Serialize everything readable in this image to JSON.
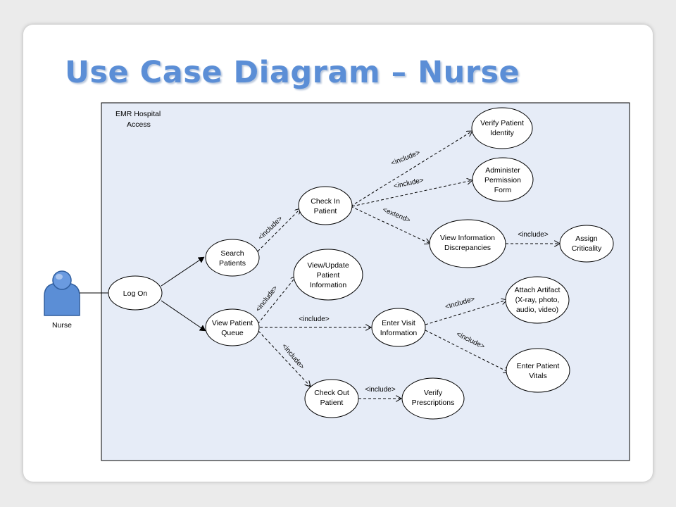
{
  "slide": {
    "title": "Use Case Diagram – Nurse"
  },
  "diagram": {
    "system": {
      "name_line1": "EMR Hospital",
      "name_line2": "Access"
    },
    "actor": {
      "name": "Nurse",
      "icon": "person-icon",
      "color": "#5b8ed6"
    },
    "use_cases": {
      "log_on": [
        "Log On"
      ],
      "search_patients": [
        "Search",
        "Patients"
      ],
      "view_patient_queue": [
        "View Patient",
        "Queue"
      ],
      "check_in_patient": [
        "Check In",
        "Patient"
      ],
      "view_update_patient_info": [
        "View/Update",
        "Patient",
        "Information"
      ],
      "check_out_patient": [
        "Check Out",
        "Patient"
      ],
      "verify_patient_identity": [
        "Verify Patient",
        "Identity"
      ],
      "administer_permission_form": [
        "Administer",
        "Permission",
        "Form"
      ],
      "view_information_discrepancies": [
        "View Information",
        "Discrepancies"
      ],
      "assign_criticality": [
        "Assign",
        "Criticality"
      ],
      "enter_visit_information": [
        "Enter Visit",
        "Information"
      ],
      "attach_artifact": [
        "Attach Artifact",
        "(X-ray, photo,",
        "audio, video)"
      ],
      "enter_patient_vitals": [
        "Enter Patient",
        "Vitals"
      ],
      "verify_prescriptions": [
        "Verify",
        "Prescriptions"
      ]
    },
    "relationship_labels": {
      "include": "<include>",
      "extend": "<extend>"
    },
    "colors": {
      "system_fill": "#e6ecf7",
      "title": "#5b8ed6"
    }
  }
}
